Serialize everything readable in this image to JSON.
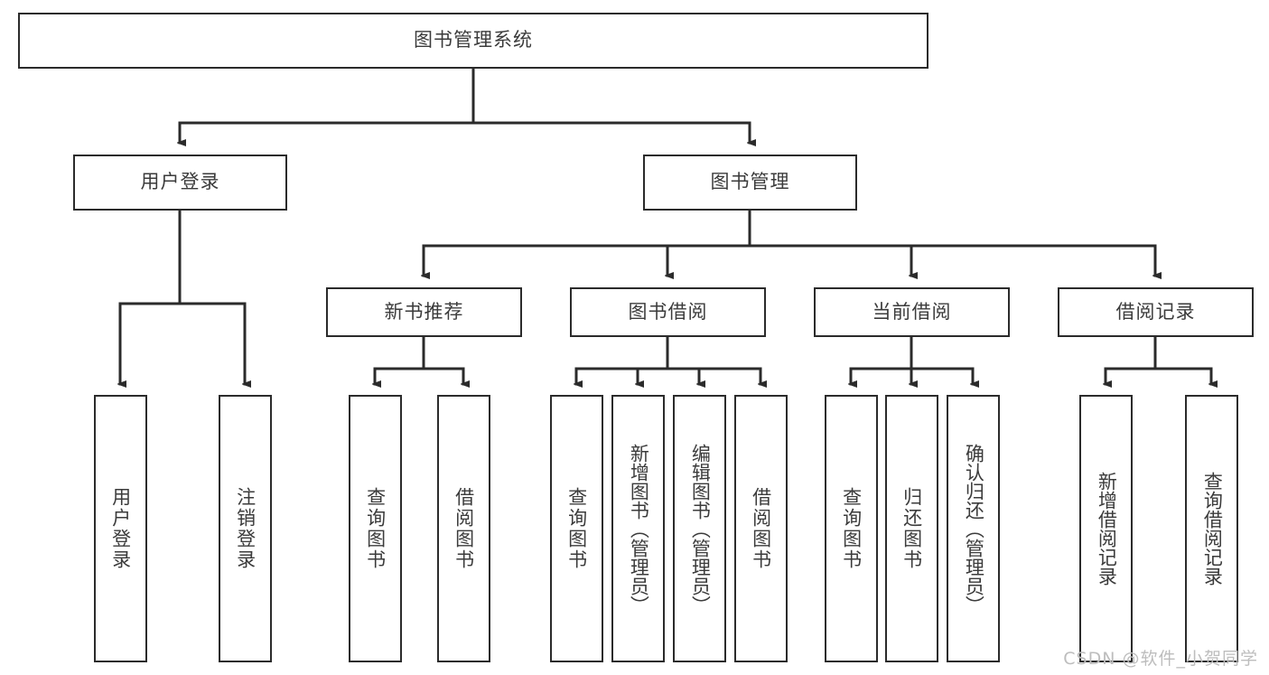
{
  "diagram": {
    "title": "图书管理系统",
    "type": "hierarchy-tree",
    "watermark": "CSDN @软件_小贺同学",
    "colors": {
      "box_border": "#2b2b2b",
      "box_fill": "#ffffff",
      "edge": "#2b2b2b",
      "text": "#3b3b3b",
      "watermark": "#bdbdbd",
      "background": "#ffffff"
    },
    "levels": {
      "root": {
        "label": "图书管理系统"
      },
      "level2": [
        {
          "label": "用户登录"
        },
        {
          "label": "图书管理"
        }
      ],
      "level3": [
        {
          "label": "新书推荐"
        },
        {
          "label": "图书借阅"
        },
        {
          "label": "当前借阅"
        },
        {
          "label": "借阅记录"
        }
      ],
      "leaves": {
        "user_login": [
          {
            "label": "用户登录"
          },
          {
            "label": "注销登录"
          }
        ],
        "new_book_recommend": [
          {
            "label": "查询图书"
          },
          {
            "label": "借阅图书"
          }
        ],
        "book_borrow": [
          {
            "label": "查询图书"
          },
          {
            "label": "新增图书（管理员）"
          },
          {
            "label": "编辑图书（管理员）"
          },
          {
            "label": "借阅图书"
          }
        ],
        "current_borrow": [
          {
            "label": "查询图书"
          },
          {
            "label": "归还图书"
          },
          {
            "label": "确认归还（管理员）"
          }
        ],
        "borrow_record": [
          {
            "label": "新增借阅记录"
          },
          {
            "label": "查询借阅记录"
          }
        ]
      }
    }
  }
}
